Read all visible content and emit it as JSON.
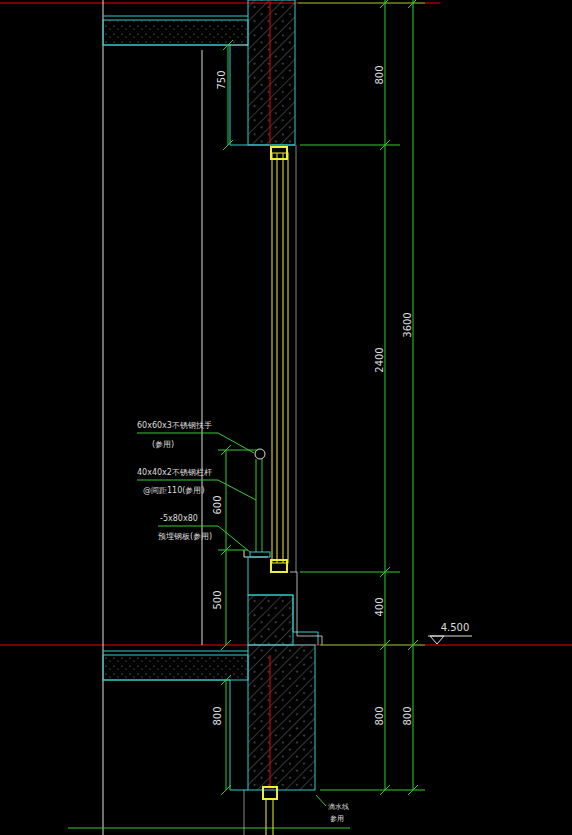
{
  "diagram": {
    "labels": [
      "750",
      "800",
      "3600",
      "2400",
      "60x60x3不锈钢扶手",
      "(参用)",
      "40x40x2不锈钢栏杆",
      "@间距110(参用)",
      "-5x80x80",
      "预埋钢板(参用)",
      "600",
      "500",
      "400",
      "4.500",
      "800",
      "800",
      "800",
      "滴水线",
      "参用"
    ]
  }
}
